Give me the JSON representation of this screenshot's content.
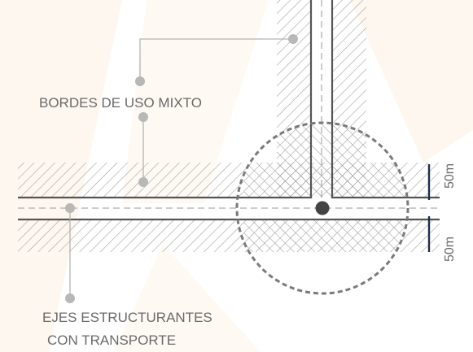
{
  "labels": {
    "mixed_use_edges": "BORDES DE USO MIXTO",
    "structuring_axes_line1": "EJES ESTRUCTURANTES",
    "structuring_axes_line2": "CON TRANSPORTE",
    "dimension_top": "50m",
    "dimension_bottom": "50m"
  },
  "colors": {
    "background_watermark": "#fdf1e4",
    "hatch": "#9a9a9a",
    "street_line": "#555555",
    "centerline": "#9a9a9a",
    "leader_line": "#b3b3b3",
    "leader_dot": "#b8b8b8",
    "buffer_circle": "#7a7a7a",
    "node": "#444444",
    "dimension_bar": "#1f2d4d",
    "label_text": "#6a6a6a"
  }
}
